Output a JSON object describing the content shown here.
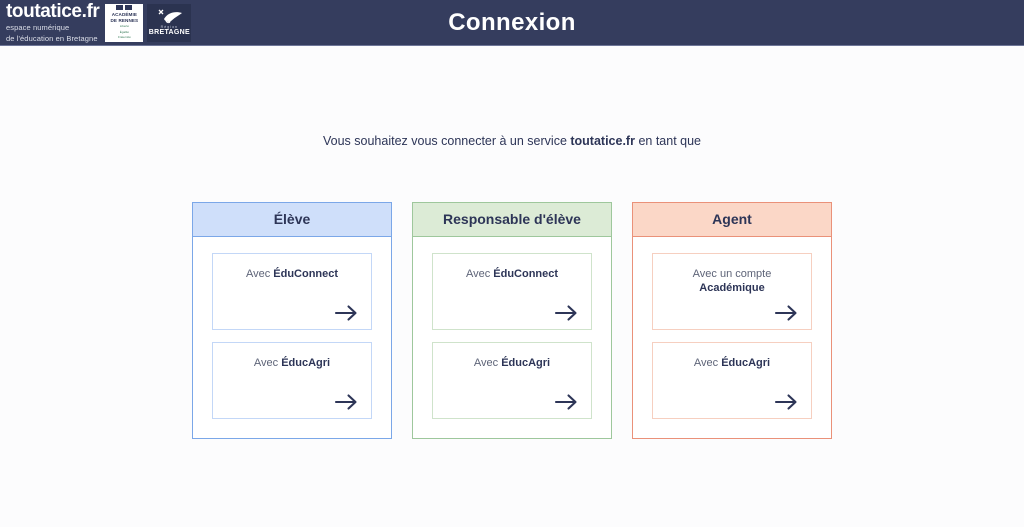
{
  "header": {
    "title": "Connexion",
    "brand": {
      "name": "toutatice.fr",
      "tagline_line1": "espace numérique",
      "tagline_line2": "de l'éducation en Bretagne"
    },
    "academy_logo": {
      "line1": "ACADÉMIE",
      "line2": "DE RENNES",
      "motto_line1": "Liberté",
      "motto_line2": "Égalité",
      "motto_line3": "Fraternité"
    },
    "region_logo": {
      "region": "Région",
      "name": "BRETAGNE"
    }
  },
  "intro": {
    "prefix": "Vous souhaitez vous connecter à un service ",
    "service": "toutatice.fr",
    "suffix": " en tant que"
  },
  "cards": [
    {
      "id": "eleve",
      "title": "Élève",
      "color": "#7ba7e8",
      "header_bg": "#cfdffa",
      "options": [
        {
          "prefix": "Avec ",
          "strong": "ÉduConnect",
          "second_line": "",
          "arrow": "arrow-right-icon"
        },
        {
          "prefix": "Avec ",
          "strong": "ÉducAgri",
          "second_line": "",
          "arrow": "arrow-right-icon"
        }
      ]
    },
    {
      "id": "responsable",
      "title": "Responsable d'élève",
      "color": "#9ec79c",
      "header_bg": "#dcebd6",
      "options": [
        {
          "prefix": "Avec ",
          "strong": "ÉduConnect",
          "second_line": "",
          "arrow": "arrow-right-icon"
        },
        {
          "prefix": "Avec ",
          "strong": "ÉducAgri",
          "second_line": "",
          "arrow": "arrow-right-icon"
        }
      ]
    },
    {
      "id": "agent",
      "title": "Agent",
      "color": "#ea9179",
      "header_bg": "#fbd7c7",
      "options": [
        {
          "prefix": "Avec un compte",
          "strong": "Académique",
          "second_line": "true",
          "arrow": "arrow-right-icon"
        },
        {
          "prefix": "Avec ",
          "strong": "ÉducAgri",
          "second_line": "",
          "arrow": "arrow-right-icon"
        }
      ]
    }
  ],
  "colors": {
    "topbar": "#353d5e",
    "text": "#2d3557",
    "page_bg": "#fcfcfd"
  }
}
